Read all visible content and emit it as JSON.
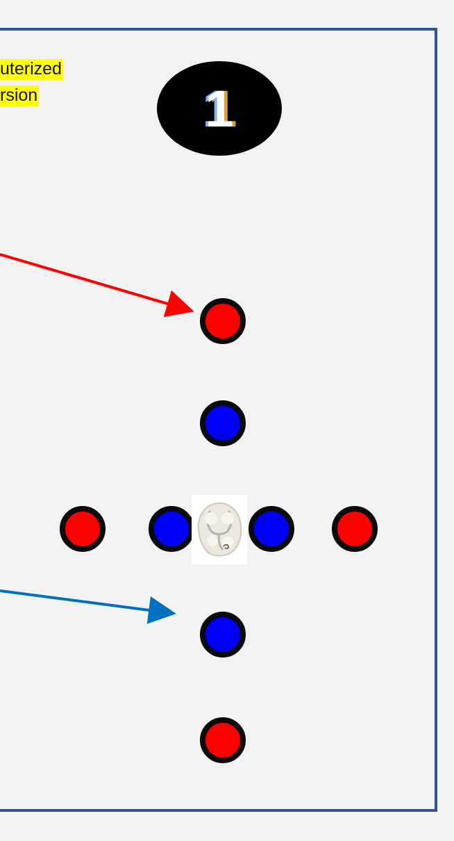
{
  "label": {
    "line1": "uterized",
    "line2": "rsion"
  },
  "badge": {
    "number": "1"
  },
  "colors": {
    "frame": "#2f5597",
    "highlight": "#ffff00",
    "red_point": "#ff0000",
    "blue_point": "#0000ff",
    "red_arrow": "#ff0000",
    "blue_arrow": "#0070c0"
  },
  "points": [
    {
      "id": "top-outer",
      "color": "red"
    },
    {
      "id": "top-inner",
      "color": "blue"
    },
    {
      "id": "left-outer",
      "color": "red"
    },
    {
      "id": "left-inner",
      "color": "blue"
    },
    {
      "id": "right-inner",
      "color": "blue"
    },
    {
      "id": "right-outer",
      "color": "red"
    },
    {
      "id": "bottom-inner",
      "color": "blue"
    },
    {
      "id": "bottom-outer",
      "color": "red"
    }
  ],
  "center_icon": "tooth-occlusal-icon"
}
